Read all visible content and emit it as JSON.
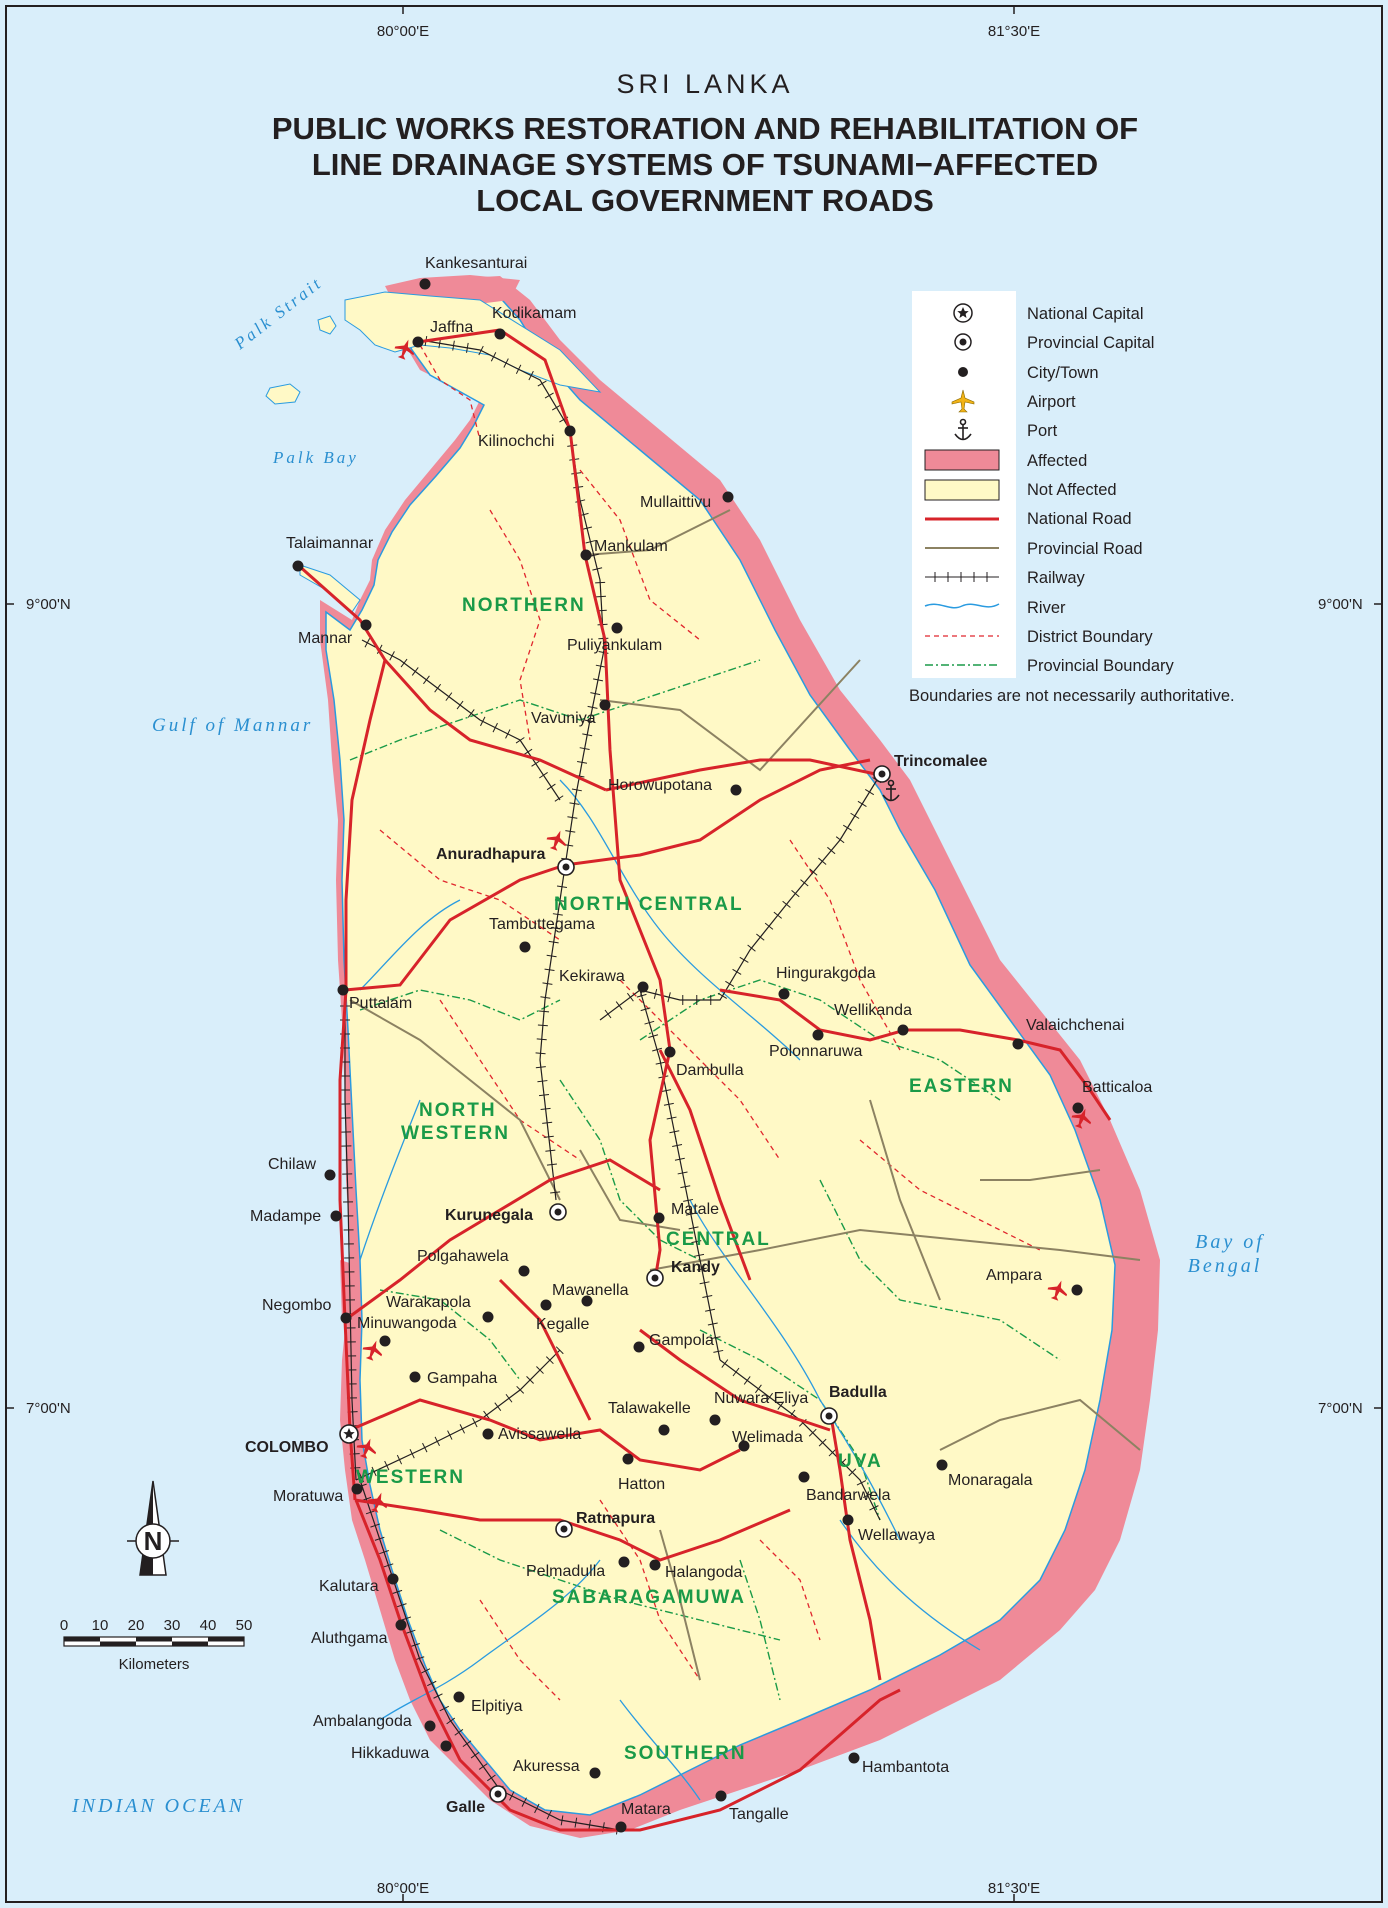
{
  "map": {
    "country": "SRI LANKA",
    "title_lines": [
      "PUBLIC WORKS RESTORATION AND REHABILITATION OF",
      "LINE DRAINAGE SYSTEMS OF TSUNAMI−AFFECTED",
      "LOCAL GOVERNMENT ROADS"
    ],
    "coords": {
      "lon_west": "80°00'E",
      "lon_east": "81°30'E",
      "lat_north": "9°00'N",
      "lat_south": "7°00'N"
    },
    "water": {
      "palk_strait": "Palk Strait",
      "palk_bay": "Palk Bay",
      "gulf_mannar": "Gulf of Mannar",
      "bay_bengal_1": "Bay of",
      "bay_bengal_2": "Bengal",
      "indian_ocean": "INDIAN OCEAN"
    },
    "regions": {
      "northern": "NORTHERN",
      "north_central": "NORTH CENTRAL",
      "north_western_1": "NORTH",
      "north_western_2": "WESTERN",
      "eastern": "EASTERN",
      "central": "CENTRAL",
      "western": "WESTERN",
      "uva": "UVA",
      "sabaragamuwa": "SABARAGAMUWA",
      "southern": "SOUTHERN"
    },
    "cities": [
      "Kankesanturai",
      "Jaffna",
      "Kodikamam",
      "Kilinochchi",
      "Mullaittivu",
      "Mankulam",
      "Talaimannar",
      "Mannar",
      "Puliyankulam",
      "Vavuniya",
      "Horowupotana",
      "Trincomalee",
      "Anuradhapura",
      "Tambuttegama",
      "Kekirawa",
      "Hingurakgoda",
      "Wellikanda",
      "Polonnaruwa",
      "Valaichchenai",
      "Puttalam",
      "Dambulla",
      "Batticaloa",
      "Chilaw",
      "Madampe",
      "Kurunegala",
      "Matale",
      "Polgahawela",
      "Mawanella",
      "Kandy",
      "Negombo",
      "Warakapola",
      "Minuwangoda",
      "Kegalle",
      "Gampola",
      "Ampara",
      "Gampaha",
      "Nuwara Eliya",
      "Badulla",
      "Talawakelle",
      "Welimada",
      "COLOMBO",
      "Avissawella",
      "Hatton",
      "Moratuwa",
      "Bandarwela",
      "Monaragala",
      "Ratnapura",
      "Wellawaya",
      "Pelmadulla",
      "Halangoda",
      "Kalutara",
      "Aluthgama",
      "Elpitiya",
      "Ambalangoda",
      "Hikkaduwa",
      "Akuressa",
      "Hambantota",
      "Galle",
      "Matara",
      "Tangalle"
    ],
    "legend": {
      "national_capital": "National Capital",
      "provincial_capital": "Provincial Capital",
      "city_town": "City/Town",
      "airport": "Airport",
      "port": "Port",
      "affected": "Affected",
      "not_affected": "Not Affected",
      "national_road": "National Road",
      "provincial_road": "Provincial Road",
      "railway": "Railway",
      "river": "River",
      "district_boundary": "District Boundary",
      "provincial_boundary": "Provincial Boundary",
      "note": "Boundaries are not necessarily authoritative."
    },
    "scale": {
      "ticks": [
        "0",
        "10",
        "20",
        "30",
        "40",
        "50"
      ],
      "unit": "Kilometers"
    },
    "north_label": "N",
    "colors": {
      "sea": "#d9eefa",
      "land": "#fff9c6",
      "affected": "#ef8a98",
      "national_road": "#d7232a",
      "provincial_road": "#8c8262",
      "river": "#2a9be0",
      "district_boundary": "#e0262d",
      "provincial_boundary": "#1a9a48",
      "region_label": "#1a9a48"
    }
  }
}
